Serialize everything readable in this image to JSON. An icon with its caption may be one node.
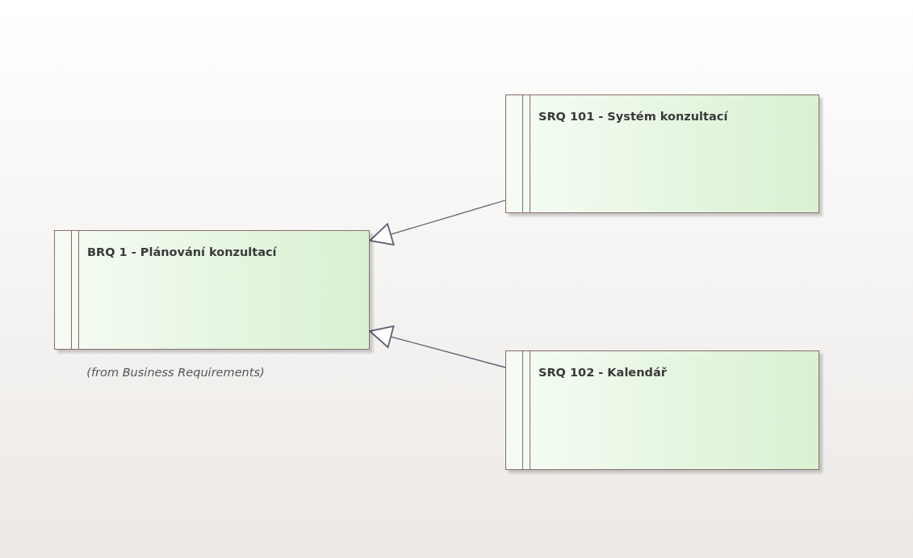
{
  "diagram": {
    "nodes": [
      {
        "text": [
          "BRQ 1 - Plánování konzultací"
        ],
        "beside": [
          "(from Business Requirements)"
        ]
      },
      {
        "text": [
          "SRQ 101 - Systém konzultací"
        ]
      },
      {
        "text": [
          "SRQ 102 - Kalendář"
        ]
      }
    ],
    "edges": [
      {
        "from": 1,
        "to": 0,
        "arrow": "to"
      },
      {
        "from": 2,
        "to": 0,
        "arrow": "to"
      }
    ]
  }
}
